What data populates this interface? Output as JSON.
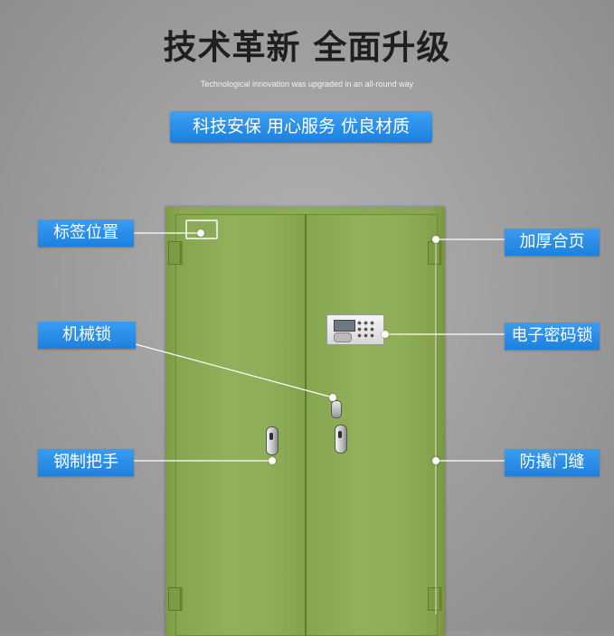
{
  "header": {
    "headline": "技术革新 全面升级",
    "subline": "Technological innovation was upgraded in an all-round way",
    "banner": "科技安保 用心服务 优良材质"
  },
  "callouts": {
    "label_position": "标签位置",
    "mechanical_lock": "机械锁",
    "steel_handle": "钢制把手",
    "thick_hinge": "加厚合页",
    "electronic_lock": "电子密码锁",
    "anti_pry_gap": "防撬门缝"
  },
  "colors": {
    "accent_blue": "#1c80df",
    "cabinet_green": "#8cab55",
    "background_gray": "#9c9c9c"
  }
}
